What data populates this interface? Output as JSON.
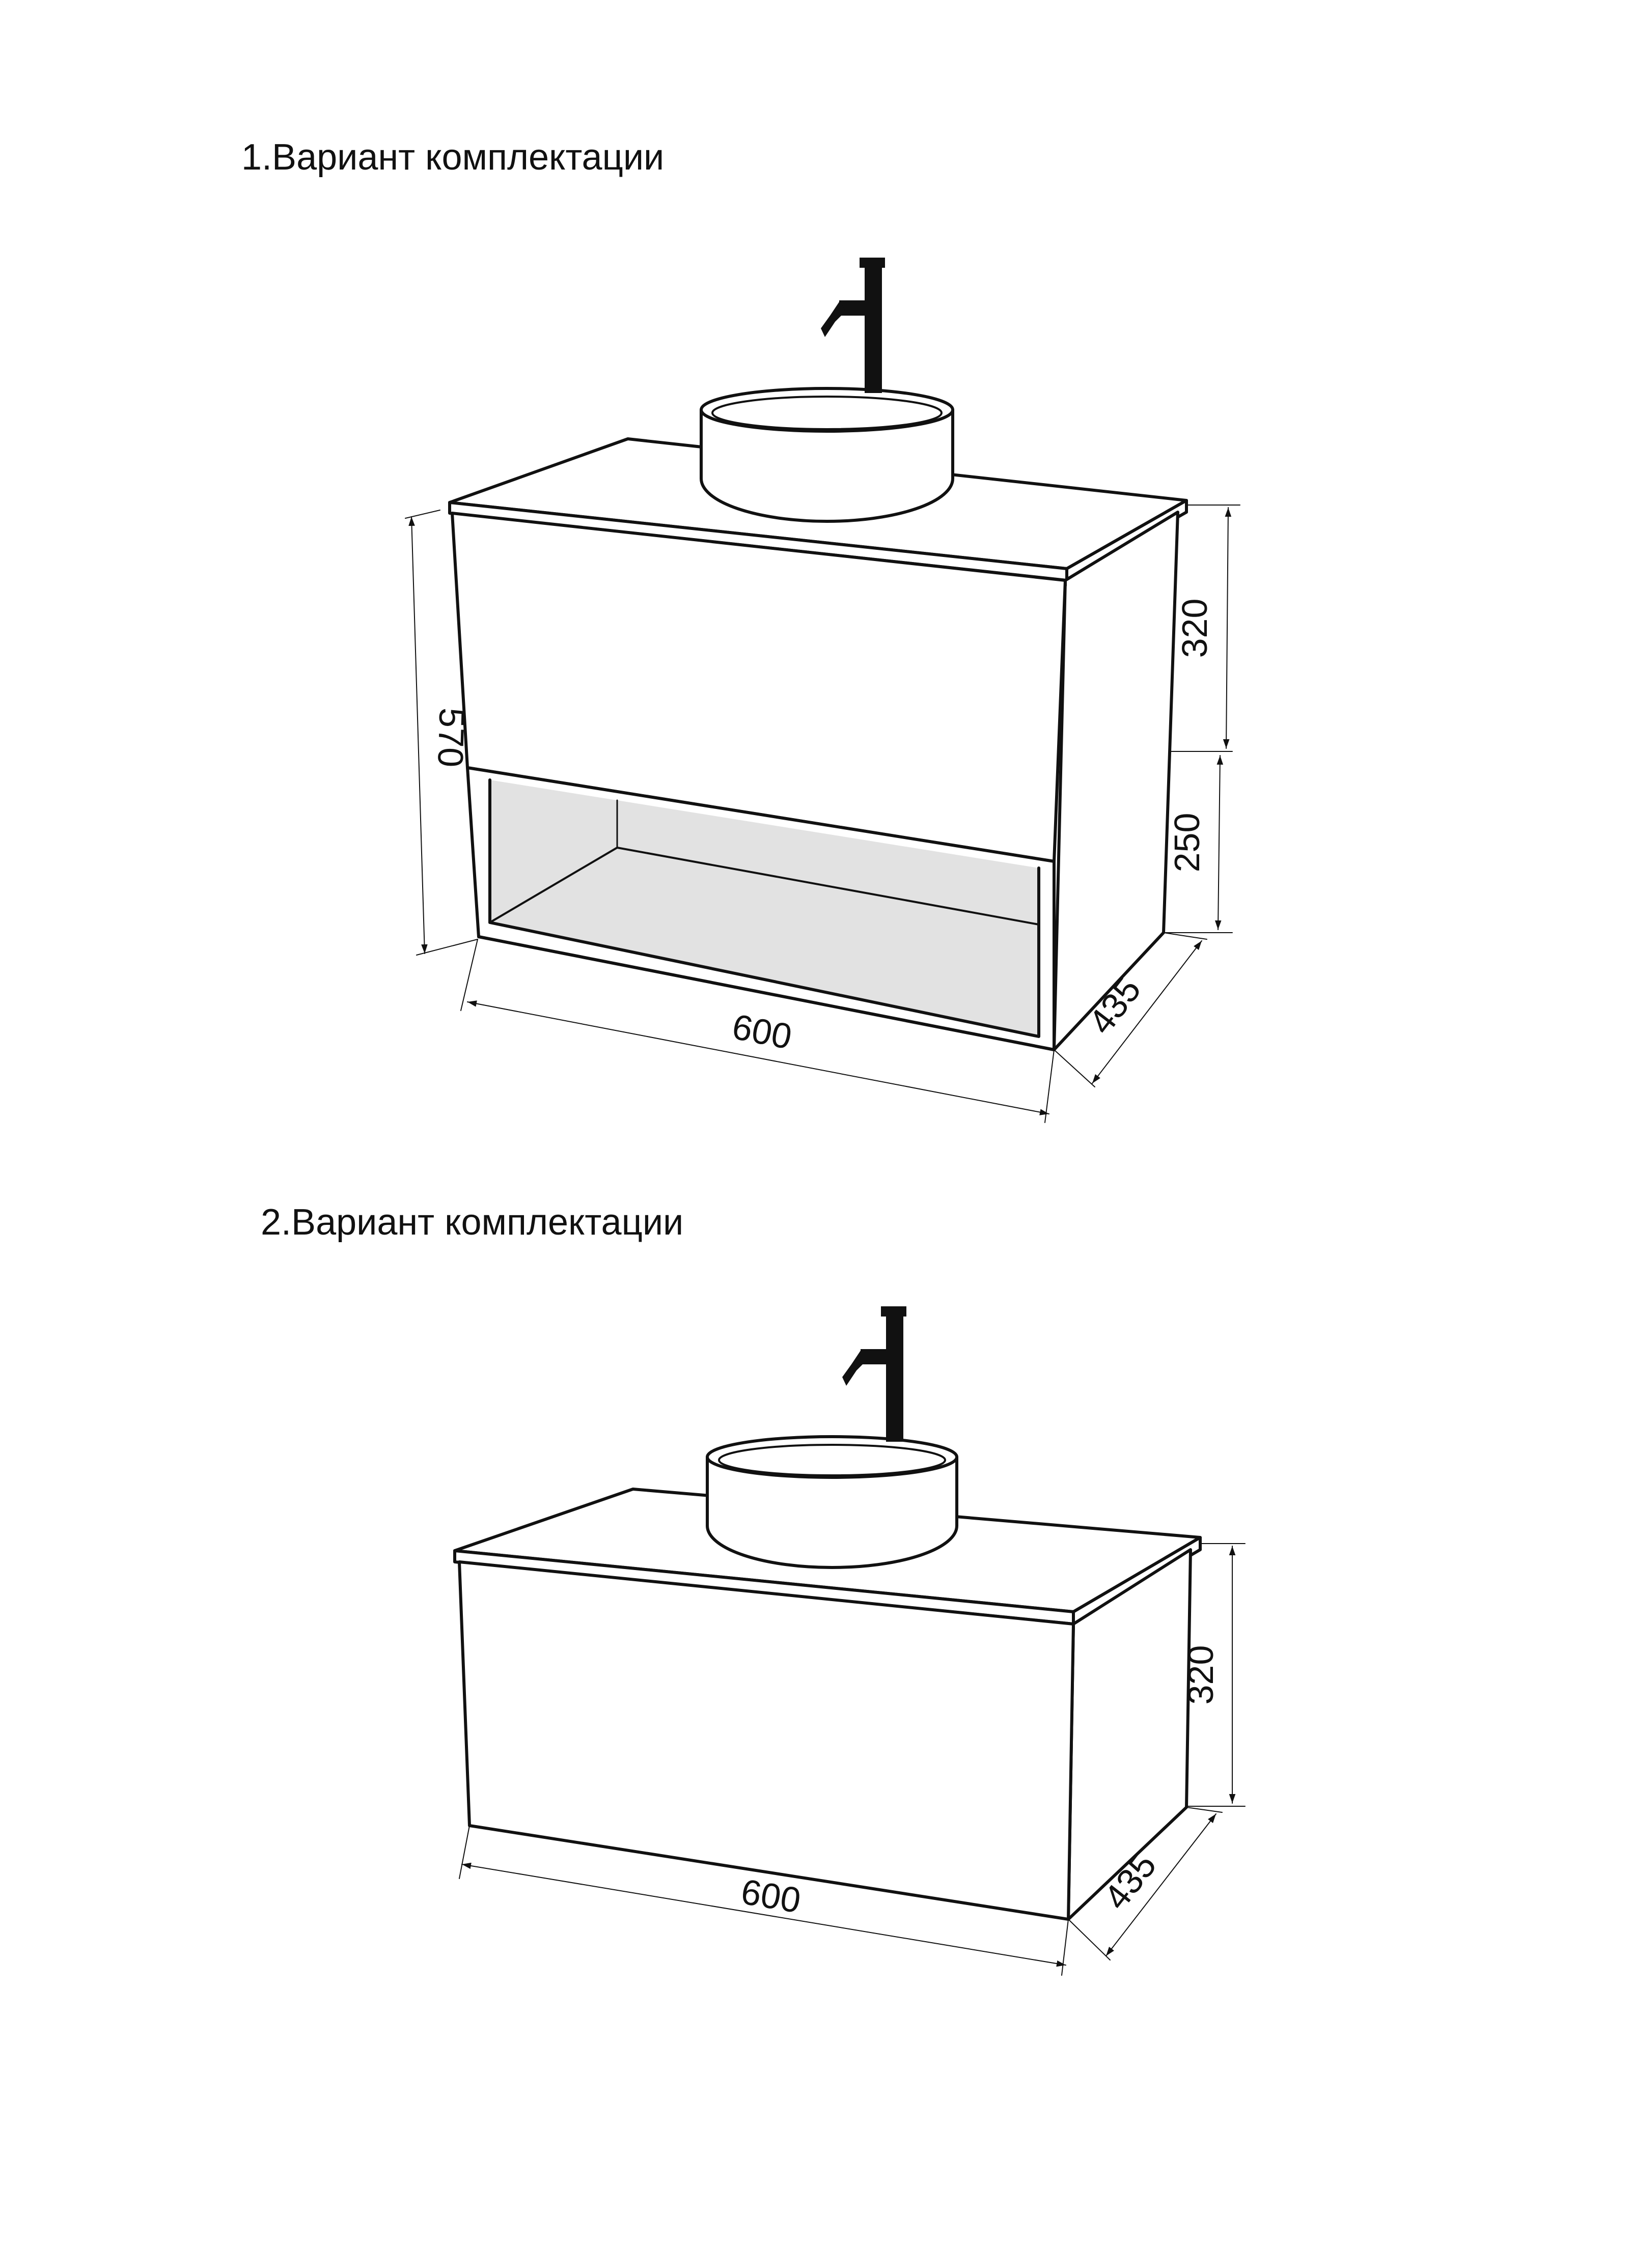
{
  "variants": [
    {
      "title": "1.Вариант комплектации",
      "dimensions": {
        "height_total": "570",
        "height_top": "320",
        "height_shelf": "250",
        "width": "600",
        "depth": "435"
      }
    },
    {
      "title": "2.Вариант комплектации",
      "dimensions": {
        "height_top": "320",
        "width": "600",
        "depth": "435"
      }
    }
  ],
  "icons": [
    "faucet-icon",
    "round-vessel-sink-icon",
    "dimension-arrow-icon"
  ],
  "colors": {
    "line": "#111111",
    "shelf_fill": "#e2e2e2",
    "faucet": "#111111"
  }
}
